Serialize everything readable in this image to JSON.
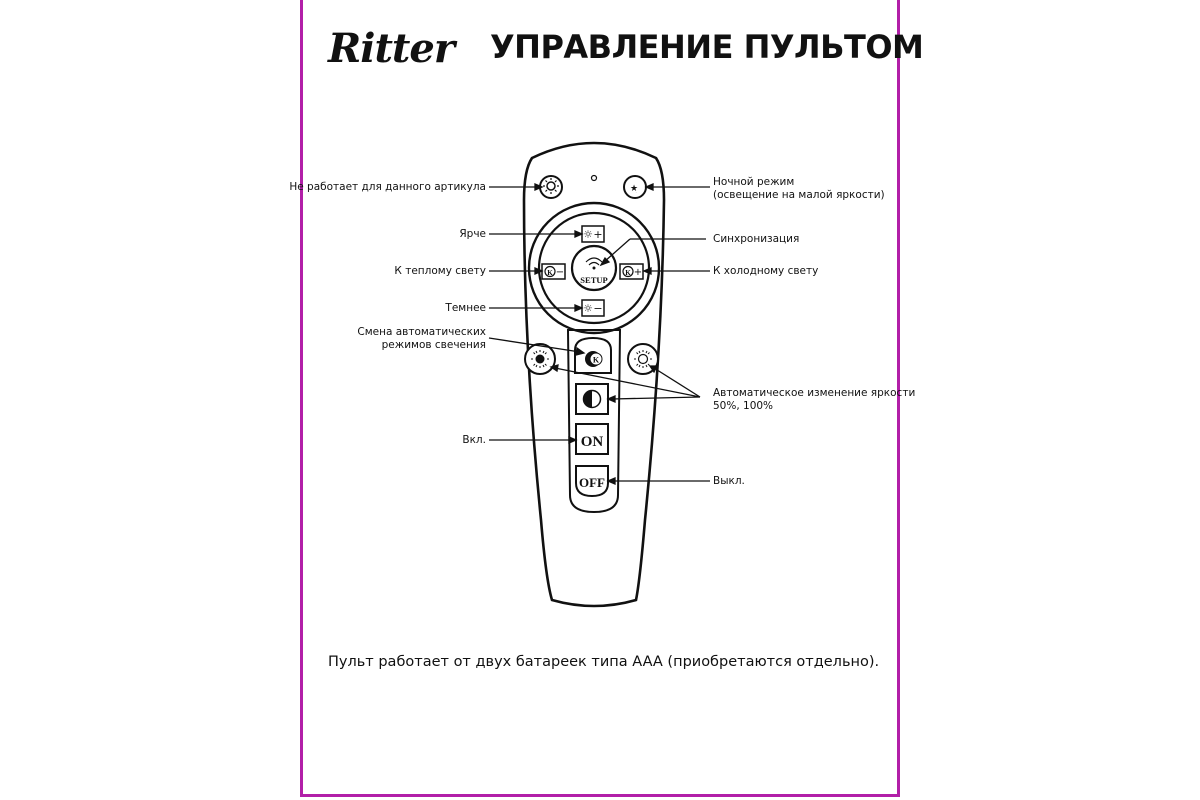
{
  "header": {
    "logo": "Ritter",
    "title": "УПРАВЛЕНИЕ ПУЛЬТОМ"
  },
  "remote": {
    "setup_label": "SETUP",
    "on_label": "ON",
    "off_label": "OFF",
    "k_label": "K"
  },
  "labels": {
    "not_working": "Не работает для данного артикула",
    "night_mode_1": "Ночной режим",
    "night_mode_2": "(освещение на малой яркости)",
    "brighter": "Ярче",
    "sync": "Синхронизация",
    "warm": "К теплому свету",
    "cold": "К холодному свету",
    "dimmer": "Темнее",
    "auto_modes_1": "Смена автоматических",
    "auto_modes_2": "режимов свечения",
    "auto_brightness_1": "Автоматическое изменение яркости",
    "auto_brightness_2": "50%, 100%",
    "on": "Вкл.",
    "off": "Выкл."
  },
  "footer": {
    "note": "Пульт работает от двух батареек типа AAA (приобретаются отдельно)."
  },
  "colors": {
    "frame": "#b21fa8",
    "ink": "#111111"
  }
}
